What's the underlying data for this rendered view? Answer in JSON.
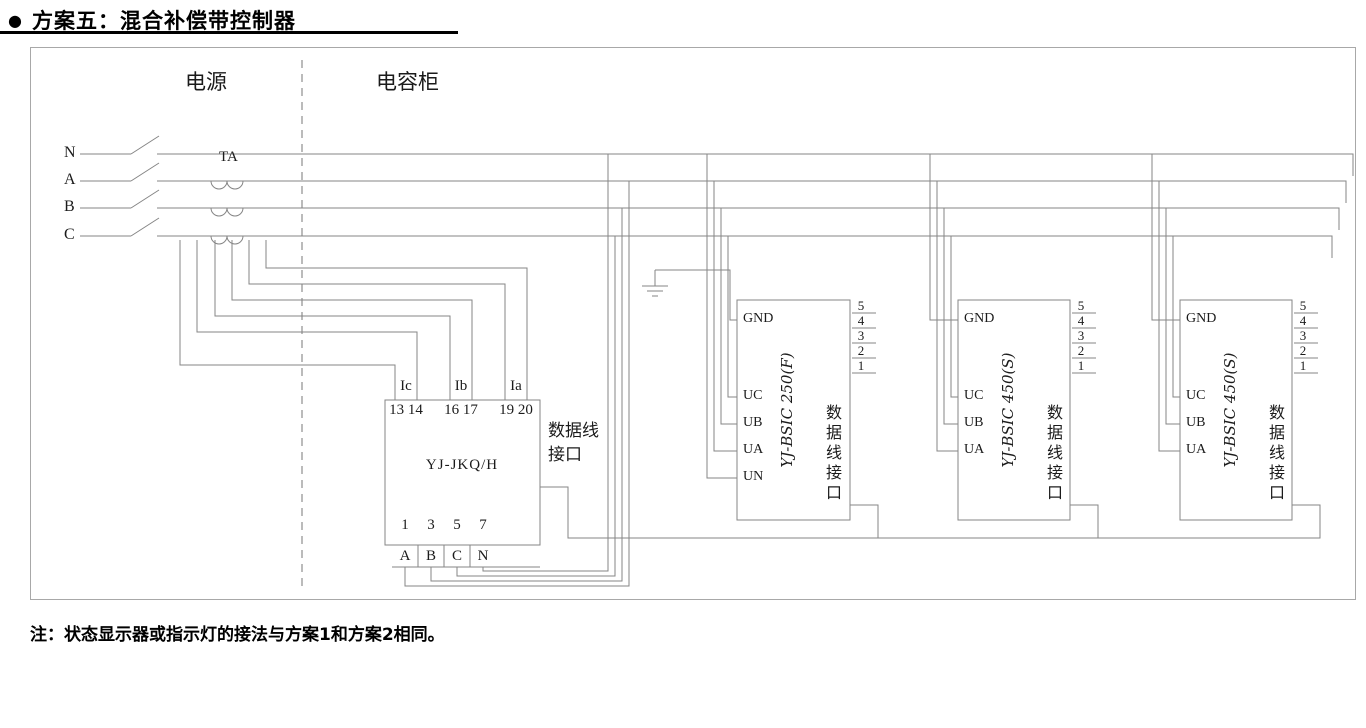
{
  "colors": {
    "line": "#858585",
    "frame": "#a8a8a8",
    "text": "#1b1b1b",
    "title": "#000000"
  },
  "title": {
    "bullet": "●",
    "text": "方案五：混合补偿带控制器"
  },
  "note": "注：状态显示器或指示灯的接法与方案1和方案2相同。",
  "zones": {
    "power": "电源",
    "cabinet": "电容柜"
  },
  "bus": {
    "phases": [
      "N",
      "A",
      "B",
      "C"
    ],
    "ct_label": "TA"
  },
  "controller": {
    "model": "YJ-JKQ/H",
    "current_inputs": [
      {
        "label": "Ic",
        "terminals": "13 14"
      },
      {
        "label": "Ib",
        "terminals": "16 17"
      },
      {
        "label": "Ia",
        "terminals": "19 20"
      }
    ],
    "bottom_terminals": [
      "1",
      "3",
      "5",
      "7"
    ],
    "bottom_phases": [
      "A",
      "B",
      "C",
      "N"
    ],
    "data_port": {
      "line1": "数据线",
      "line2": "接口"
    }
  },
  "modules": [
    {
      "model": "YJ-BSIC 250(F)",
      "left_pins": [
        "GND",
        "UC",
        "UB",
        "UA",
        "UN"
      ],
      "right_pins": [
        "5",
        "4",
        "3",
        "2",
        "1"
      ],
      "data_label": "数据线接口"
    },
    {
      "model": "YJ-BSIC 450(S)",
      "left_pins": [
        "GND",
        "UC",
        "UB",
        "UA"
      ],
      "right_pins": [
        "5",
        "4",
        "3",
        "2",
        "1"
      ],
      "data_label": "数据线接口"
    },
    {
      "model": "YJ-BSIC 450(S)",
      "left_pins": [
        "GND",
        "UC",
        "UB",
        "UA"
      ],
      "right_pins": [
        "5",
        "4",
        "3",
        "2",
        "1"
      ],
      "data_label": "数据线接口"
    }
  ]
}
